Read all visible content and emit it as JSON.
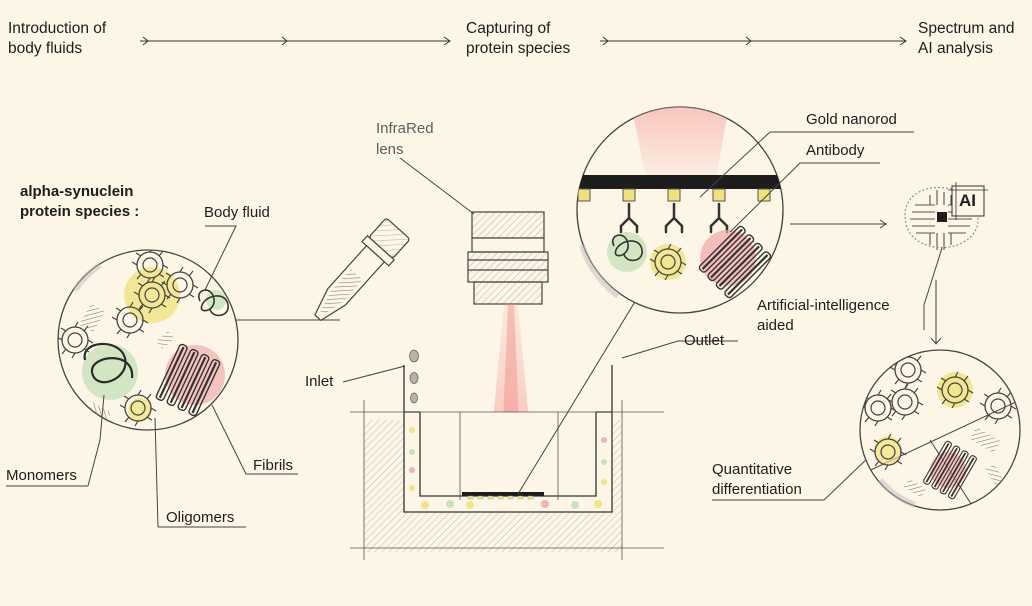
{
  "steps": {
    "step1": "Introduction of\nbody fluids",
    "step2": "Capturing of\nprotein species",
    "step3": "Spectrum and\nAI analysis"
  },
  "labels": {
    "species_title": "alpha-synuclein\nprotein species :",
    "body_fluid": "Body fluid",
    "monomers": "Monomers",
    "oligomers": "Oligomers",
    "fibrils": "Fibrils",
    "ir_lens": "InfraRed\nlens",
    "inlet": "Inlet",
    "outlet": "Outlet",
    "gold_nanorod": "Gold nanorod",
    "antibody": "Antibody",
    "ai_badge": "AI",
    "ai_aided": "Artificial-intelligence\naided",
    "quantitative": "Quantitative\ndifferentiation"
  },
  "colors": {
    "background": "#fdf6e7",
    "ink": "#1d1d1d",
    "ir_beam": "#f4a3a0",
    "oligomer_yellow": "#efe27a",
    "monomer_green": "#bfe0b4",
    "fibril_pink": "#f0a7a7"
  },
  "icons": [
    "dropper-icon",
    "ir-lens-icon",
    "ai-chip-icon",
    "arrow-icon"
  ]
}
